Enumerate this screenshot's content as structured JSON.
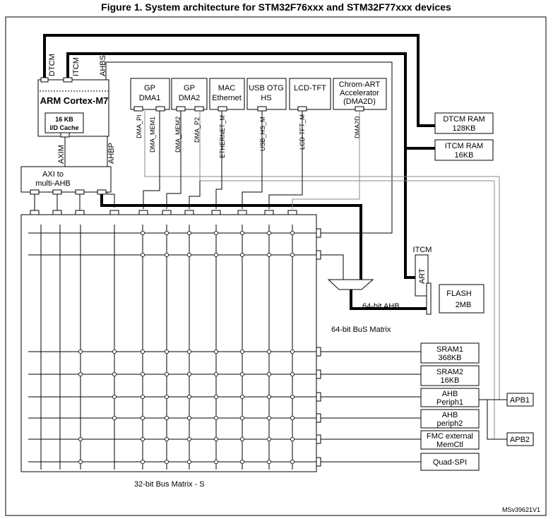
{
  "title": "Figure 1. System architecture for STM32F76xxx and STM32F77xxx devices",
  "cpu": {
    "name": "ARM Cortex-M7",
    "cache_line1": "16 KB",
    "cache_line2": "I/D Cache",
    "ports": [
      "DTCM",
      "ITCM",
      "AHBS",
      "AXIM",
      "AHBP"
    ]
  },
  "axi_bridge": {
    "line1": "AXI to",
    "line2": "multi-AHB"
  },
  "masters": [
    {
      "line1": "GP",
      "line2": "DMA1"
    },
    {
      "line1": "GP",
      "line2": "DMA2"
    },
    {
      "line1": "MAC",
      "line2": "Ethernet"
    },
    {
      "line1": "USB OTG",
      "line2": "HS"
    },
    {
      "line1": "LCD-TFT",
      "line2": ""
    },
    {
      "line1": "Chrom-ART",
      "line2": "Accelerator",
      "line3": "(DMA2D)"
    }
  ],
  "master_buses": [
    "DMA_PI",
    "DMA_MEM1",
    "DMA_MEM2",
    "DMA_P2",
    "ETHERNET_M",
    "USB_HS_M",
    "LCD-TFT_M",
    "DMA2D"
  ],
  "memories": {
    "dtcm_ram": {
      "line1": "DTCM RAM",
      "line2": "128KB"
    },
    "itcm_ram": {
      "line1": "ITCM RAM",
      "line2": "16KB"
    },
    "flash": {
      "line1": "FLASH",
      "line2": "2MB"
    },
    "itcm_label": "ITCM",
    "art_label": "ART"
  },
  "slaves": [
    {
      "line1": "SRAM1",
      "line2": "368KB"
    },
    {
      "line1": "SRAM2",
      "line2": "16KB"
    },
    {
      "line1": "AHB",
      "line2": "Periph1"
    },
    {
      "line1": "AHB",
      "line2": "periph2"
    },
    {
      "line1": "FMC external",
      "line2": "MemCtl"
    },
    {
      "line1": "Quad-SPI",
      "line2": ""
    }
  ],
  "apb": [
    "APB1",
    "APB2"
  ],
  "labels": {
    "ahb64": "64-bit AHB",
    "bus_matrix_64": "64-bit BuS Matrix",
    "bus_matrix_32": "32-bit Bus Matrix - S",
    "ref": "MSv39621V1"
  }
}
